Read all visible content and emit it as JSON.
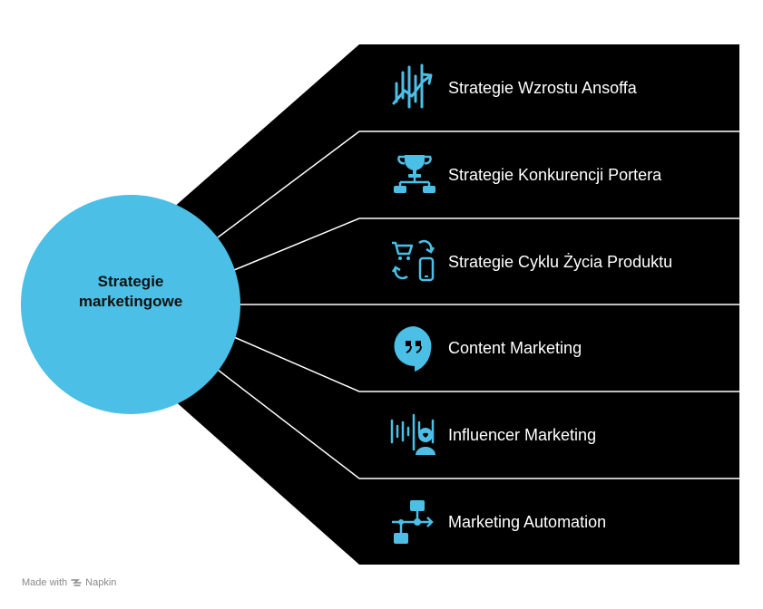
{
  "hub": {
    "line1": "Strategie",
    "line2": "marketingowe"
  },
  "branches": [
    {
      "label": "Strategie Wzrostu Ansoffa",
      "icon": "growth-chart-icon"
    },
    {
      "label": "Strategie Konkurencji Portera",
      "icon": "trophy-hierarchy-icon"
    },
    {
      "label": "Strategie Cyklu Życia Produktu",
      "icon": "cart-phone-cycle-icon"
    },
    {
      "label": "Content Marketing",
      "icon": "quote-bubble-icon"
    },
    {
      "label": "Influencer Marketing",
      "icon": "influencer-voice-icon"
    },
    {
      "label": "Marketing Automation",
      "icon": "workflow-icon"
    }
  ],
  "footer": {
    "made_with": "Made with",
    "brand": "Napkin"
  },
  "colors": {
    "hub": "#4BBFE6",
    "panel": "#000000",
    "icon": "#4BBFE6",
    "text": "#ffffff"
  }
}
